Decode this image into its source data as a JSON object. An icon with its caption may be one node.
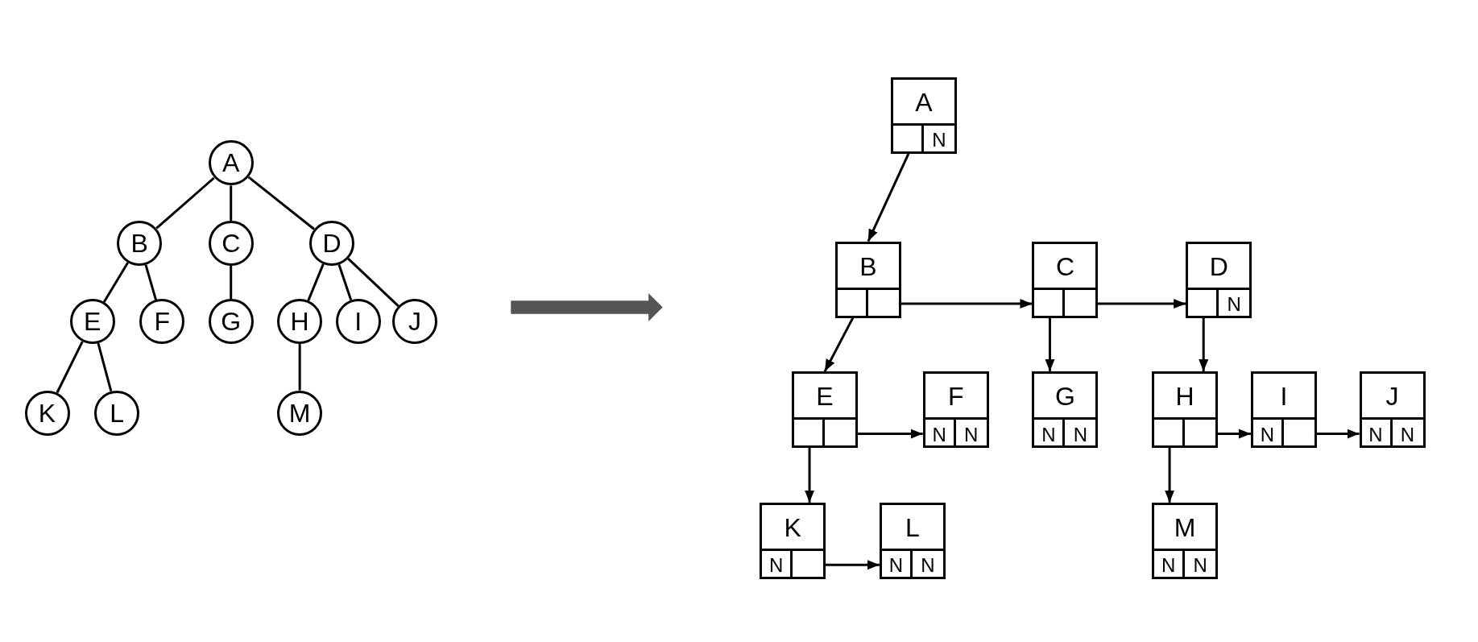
{
  "diagram": {
    "nodes": [
      {
        "text": [
          "A"
        ]
      },
      {
        "text": [
          "B"
        ]
      },
      {
        "text": [
          "C"
        ]
      },
      {
        "text": [
          "D"
        ]
      },
      {
        "text": [
          "E"
        ]
      },
      {
        "text": [
          "F"
        ]
      },
      {
        "text": [
          "G"
        ]
      },
      {
        "text": [
          "H"
        ]
      },
      {
        "text": [
          "I"
        ]
      },
      {
        "text": [
          "J"
        ]
      },
      {
        "text": [
          "K"
        ]
      },
      {
        "text": [
          "L"
        ]
      },
      {
        "text": [
          "M"
        ]
      },
      {
        "text": [
          "A"
        ]
      },
      {
        "text": [],
        "shape": "box",
        "in": 13
      },
      {
        "text": [
          "N"
        ],
        "in": 13
      },
      {
        "text": [
          "B"
        ]
      },
      {
        "text": [],
        "shape": "box",
        "in": 16
      },
      {
        "text": [],
        "shape": "box",
        "in": 16
      },
      {
        "text": [
          "C"
        ]
      },
      {
        "text": [],
        "shape": "box",
        "in": 19
      },
      {
        "text": [],
        "shape": "box",
        "in": 19
      },
      {
        "text": [
          "D"
        ]
      },
      {
        "text": [],
        "shape": "box",
        "in": 22
      },
      {
        "text": [
          "N"
        ],
        "in": 22
      },
      {
        "text": [
          "E"
        ]
      },
      {
        "text": [],
        "shape": "box",
        "in": 25
      },
      {
        "text": [],
        "shape": "box",
        "in": 25
      },
      {
        "text": [
          "F"
        ]
      },
      {
        "text": [
          "N"
        ],
        "in": 28
      },
      {
        "text": [
          "N"
        ],
        "in": 28
      },
      {
        "text": [
          "G"
        ]
      },
      {
        "text": [
          "N"
        ],
        "in": 31
      },
      {
        "text": [
          "N"
        ],
        "in": 31
      },
      {
        "text": [
          "H"
        ]
      },
      {
        "text": [],
        "shape": "box",
        "in": 34
      },
      {
        "text": [],
        "shape": "box",
        "in": 34
      },
      {
        "text": [
          "I"
        ]
      },
      {
        "text": [
          "N"
        ],
        "in": 37
      },
      {
        "text": [],
        "shape": "box",
        "in": 37
      },
      {
        "text": [
          "J"
        ]
      },
      {
        "text": [
          "N"
        ],
        "in": 40
      },
      {
        "text": [
          "N"
        ],
        "in": 40
      },
      {
        "text": [
          "K"
        ]
      },
      {
        "text": [
          "N"
        ],
        "in": 43
      },
      {
        "text": [],
        "shape": "box",
        "in": 43
      },
      {
        "text": [
          "L"
        ]
      },
      {
        "text": [
          "N"
        ],
        "in": 46
      },
      {
        "text": [
          "N"
        ],
        "in": 46
      },
      {
        "text": [
          "M"
        ]
      },
      {
        "text": [
          "N"
        ],
        "in": 49
      },
      {
        "text": [
          "N"
        ],
        "in": 49
      }
    ],
    "edges": [
      {
        "from": 0,
        "to": 1,
        "arrow": "none"
      },
      {
        "from": 0,
        "to": 2,
        "arrow": "none"
      },
      {
        "from": 0,
        "to": 3,
        "arrow": "none"
      },
      {
        "from": 1,
        "to": 4,
        "arrow": "none"
      },
      {
        "from": 1,
        "to": 5,
        "arrow": "none"
      },
      {
        "from": 2,
        "to": 6,
        "arrow": "none"
      },
      {
        "from": 3,
        "to": 7,
        "arrow": "none"
      },
      {
        "from": 3,
        "to": 8,
        "arrow": "none"
      },
      {
        "from": 3,
        "to": 9,
        "arrow": "none"
      },
      {
        "from": 4,
        "to": 10,
        "arrow": "none"
      },
      {
        "from": 4,
        "to": 11,
        "arrow": "none"
      },
      {
        "from": 7,
        "to": 12,
        "arrow": "none"
      },
      {
        "from": 14,
        "to": 16,
        "arrow": "to"
      },
      {
        "from": 17,
        "to": 25,
        "arrow": "to"
      },
      {
        "from": 18,
        "to": 19,
        "arrow": "to"
      },
      {
        "from": 20,
        "to": 31,
        "arrow": "to"
      },
      {
        "from": 21,
        "to": 22,
        "arrow": "to"
      },
      {
        "from": 23,
        "to": 34,
        "arrow": "to"
      },
      {
        "from": 26,
        "to": 43,
        "arrow": "to"
      },
      {
        "from": 27,
        "to": 28,
        "arrow": "to"
      },
      {
        "from": 35,
        "to": 49,
        "arrow": "to"
      },
      {
        "from": 36,
        "to": 37,
        "arrow": "to"
      },
      {
        "from": 39,
        "to": 40,
        "arrow": "to"
      },
      {
        "from": 45,
        "to": 46,
        "arrow": "to"
      }
    ]
  }
}
